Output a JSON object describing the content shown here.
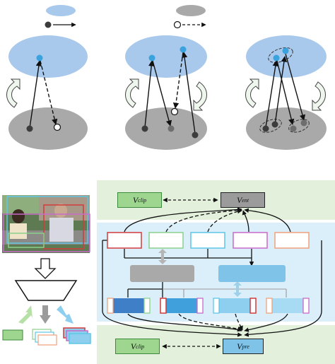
{
  "legend": {
    "blue_ellipse": "",
    "gray_ellipse": "",
    "solid_arrow": "",
    "dashed_arrow": ""
  },
  "flow_boxes": {
    "clip_top": {
      "main": "V",
      "sub": "clip"
    },
    "ent": {
      "main": "V",
      "sub": "ent"
    },
    "clip_bottom": {
      "main": "V",
      "sub": "clip"
    },
    "pre": {
      "main": "V",
      "sub": "pre"
    }
  },
  "colors": {
    "blue": "#a8c8ec",
    "blue_point": "#3aa2dc",
    "gray": "#a9a9a9",
    "dark_point": "#3c3c3c",
    "green_panel": "#e3f1dc",
    "blue_panel": "#dbeffa",
    "green_box": "#9ed690",
    "green_box_border": "#3c8a3c",
    "ent_gray": "#9b9b9b",
    "pre_blue": "#7fc4e8",
    "red": "#d23a3a",
    "green_outline": "#8bd08b",
    "cyan_outline": "#5ec6e6",
    "magenta": "#c86ac8",
    "salmon": "#f0a07c"
  }
}
